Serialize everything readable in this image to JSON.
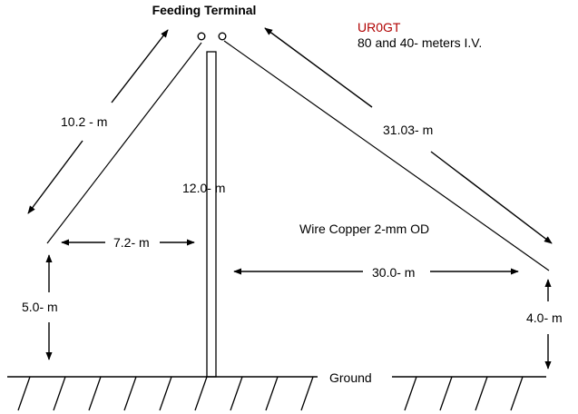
{
  "title": "Feeding Terminal",
  "author": {
    "callsign": "UR0GT",
    "color": "#b00000"
  },
  "description": "80 and 40- meters I.V.",
  "labels": {
    "left_wire": "10.2 - m",
    "right_wire": "31.03- m",
    "mast_height": "12.0- m",
    "left_horizontal": "7.2- m",
    "right_horizontal": "30.0- m",
    "left_end_height": "5.0- m",
    "right_end_height": "4.0- m",
    "wire_spec": "Wire Copper 2-mm OD",
    "ground": "Ground"
  }
}
